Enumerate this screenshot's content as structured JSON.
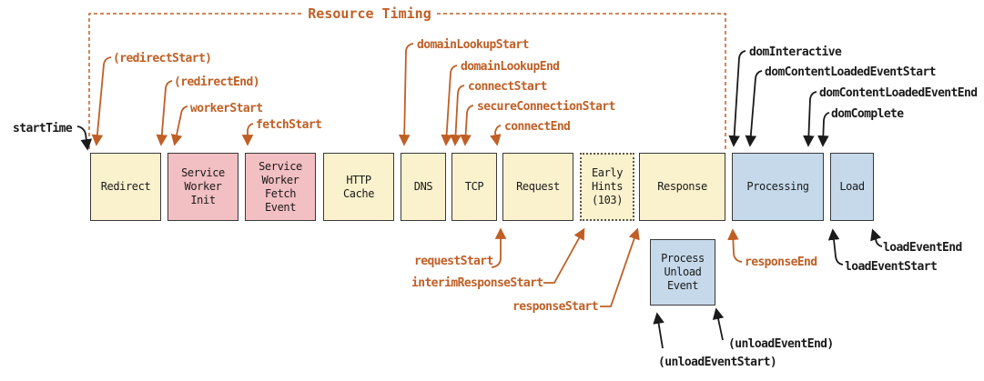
{
  "title": "Resource Timing",
  "colors": {
    "orange": "#C05F25",
    "yellow": "#FAF1CD",
    "pink": "#F2BFC2",
    "blue": "#C5D9EB",
    "border": "#3A3A3A",
    "black": "#1A1A1A"
  },
  "boxes": {
    "redirect": "Redirect",
    "service_worker_init": "Service\nWorker\nInit",
    "service_worker_fetch_event": "Service\nWorker\nFetch\nEvent",
    "http_cache": "HTTP\nCache",
    "dns": "DNS",
    "tcp": "TCP",
    "request": "Request",
    "early_hints": "Early\nHints\n(103)",
    "response": "Response",
    "processing": "Processing",
    "load": "Load",
    "process_unload_event": "Process\nUnload\nEvent"
  },
  "annotations": {
    "start_time": "startTime",
    "redirect_start": "(redirectStart)",
    "redirect_end": "(redirectEnd)",
    "worker_start": "workerStart",
    "fetch_start": "fetchStart",
    "domain_lookup_start": "domainLookupStart",
    "domain_lookup_end": "domainLookupEnd",
    "connect_start": "connectStart",
    "secure_connection_start": "secureConnectionStart",
    "connect_end": "connectEnd",
    "dom_interactive": "domInteractive",
    "dom_content_loaded_event_start": "domContentLoadedEventStart",
    "dom_content_loaded_event_end": "domContentLoadedEventEnd",
    "dom_complete": "domComplete",
    "request_start": "requestStart",
    "interim_response_start": "interimResponseStart",
    "response_start": "responseStart",
    "response_end": "responseEnd",
    "load_event_start": "loadEventStart",
    "load_event_end": "loadEventEnd",
    "unload_event_start": "(unloadEventStart)",
    "unload_event_end": "(unloadEventEnd)"
  }
}
